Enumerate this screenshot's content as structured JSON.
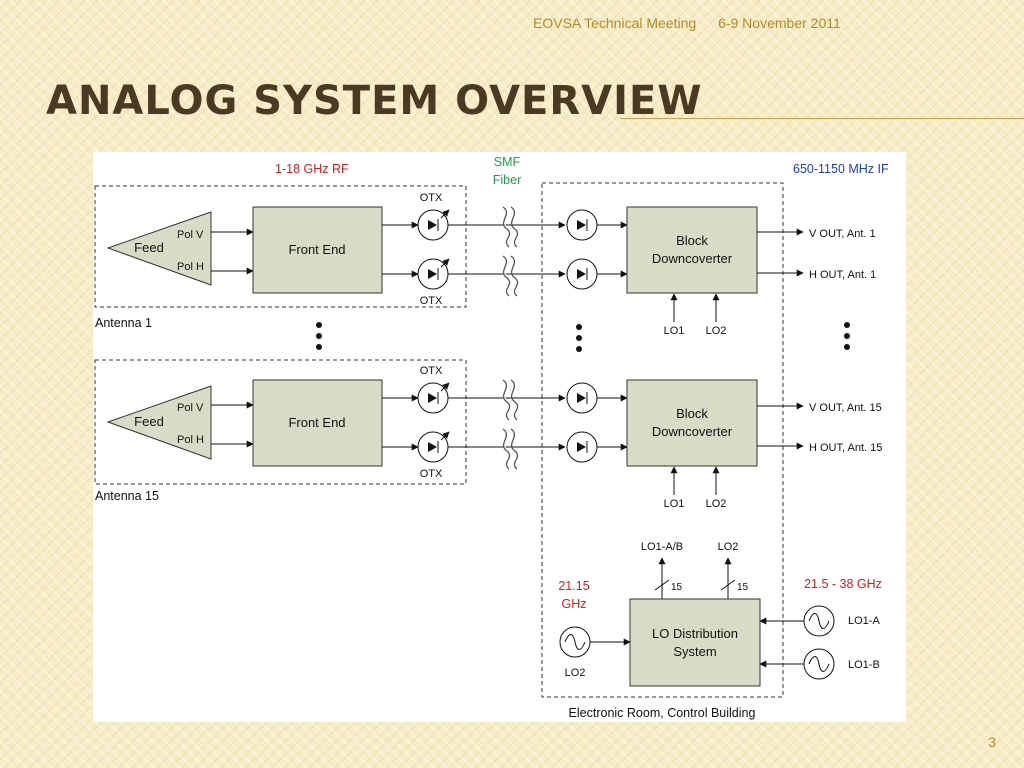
{
  "header": {
    "meeting": "EOVSA Technical Meeting",
    "date": "6-9 November 2011"
  },
  "slide": {
    "title": "Analog System Overview",
    "page_number": "3"
  },
  "diagram": {
    "rf_band_label": "1-18 GHz RF",
    "fiber_label_1": "SMF",
    "fiber_label_2": "Fiber",
    "if_band_label": "650-1150 MHz IF",
    "feed_label": "Feed",
    "pol_v": "Pol V",
    "pol_h": "Pol H",
    "front_end": "Front End",
    "otx": "OTX",
    "block_downconverter_1": "Block",
    "block_downconverter_2": "Downcoverter",
    "lo1": "LO1",
    "lo2": "LO2",
    "antenna_1": "Antenna 1",
    "antenna_15": "Antenna 15",
    "v_out_1": "V  OUT,  Ant. 1",
    "h_out_1": "H  OUT,  Ant. 1",
    "v_out_15": "V  OUT,  Ant. 15",
    "h_out_15": "H  OUT,  Ant. 15",
    "lo1_ab": "LO1-A/B",
    "bus_width": "15",
    "freq_2115_1": "21.15",
    "freq_2115_2": "GHz",
    "freq_range": "21.5 - 38 GHz",
    "lo_dist_1": "LO Distribution",
    "lo_dist_2": "System",
    "lo1_a": "LO1-A",
    "lo1_b": "LO1-B",
    "electronic_room": "Electronic Room, Control Building",
    "colors": {
      "red": "#cc1f1f",
      "green": "#1fa04a",
      "blue": "#1c3fc8",
      "box_fill": "#d8dcc6"
    }
  }
}
